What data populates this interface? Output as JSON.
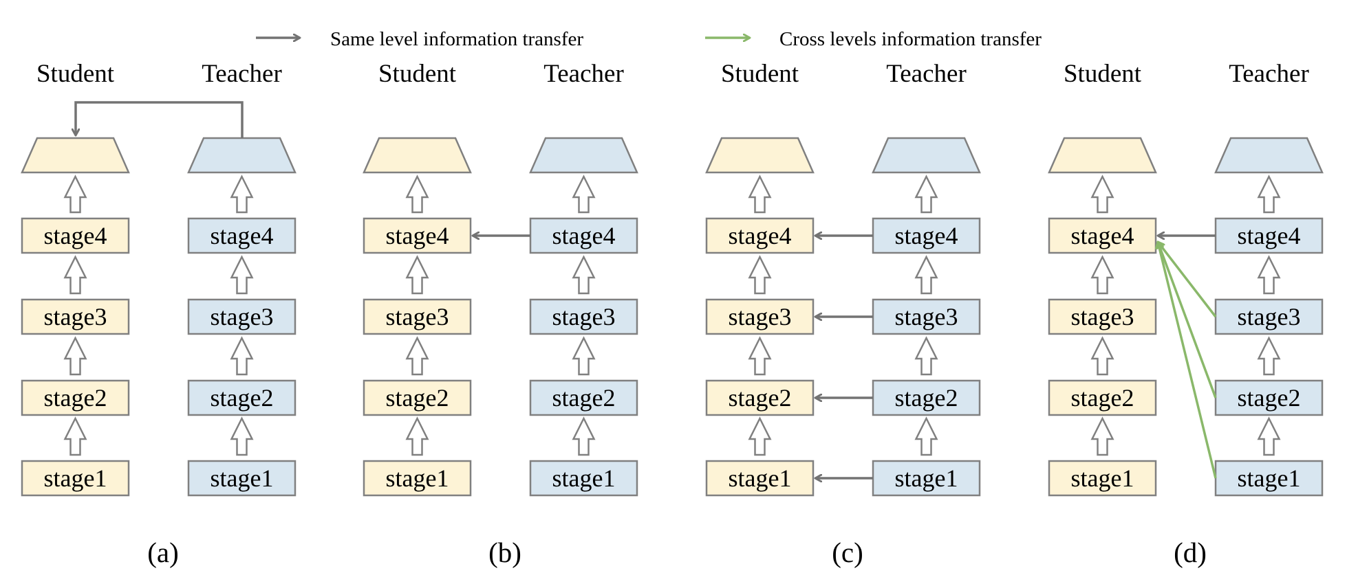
{
  "colors": {
    "student_fill": "#fdf3d6",
    "teacher_fill": "#d8e6f0",
    "box_stroke": "#808080",
    "same_level_arrow": "#737373",
    "cross_level_arrow": "#8ab86a"
  },
  "legend": {
    "same_level": "Same level information transfer",
    "cross_levels": "Cross levels information transfer"
  },
  "column_labels": {
    "student": "Student",
    "teacher": "Teacher"
  },
  "stages": [
    "stage1",
    "stage2",
    "stage3",
    "stage4"
  ],
  "panels": [
    {
      "id": "a",
      "label": "(a)",
      "transfer": "head"
    },
    {
      "id": "b",
      "label": "(b)",
      "transfer": "stage4"
    },
    {
      "id": "c",
      "label": "(c)",
      "transfer": "all-stages"
    },
    {
      "id": "d",
      "label": "(d)",
      "transfer": "cross-levels"
    }
  ]
}
